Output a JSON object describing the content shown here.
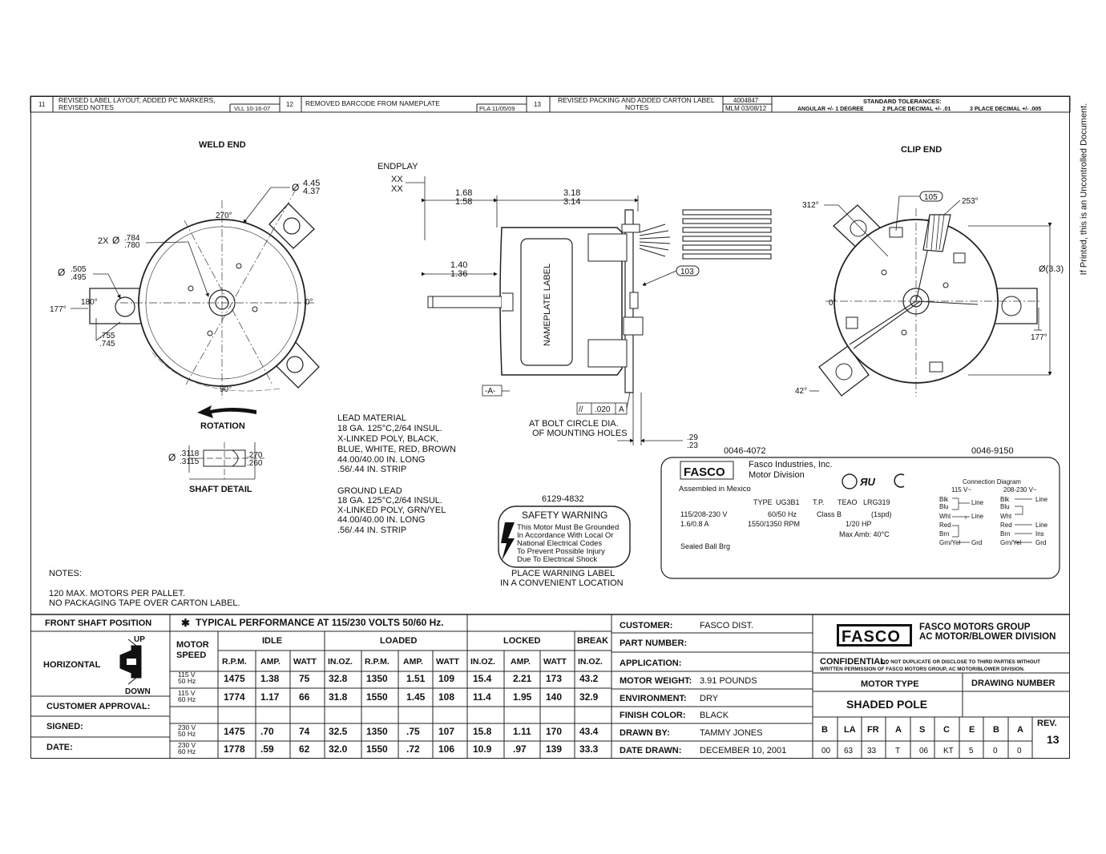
{
  "revisions": [
    {
      "num": "11",
      "text": "REVISED LABEL LAYOUT, ADDED PC MARKERS, REVISED NOTES",
      "by": "VLL 10-16-07"
    },
    {
      "num": "12",
      "text": "REMOVED BARCODE FROM NAMEPLATE",
      "by": "PLA 11/05/09"
    },
    {
      "num": "13",
      "text": "REVISED PACKING AND ADDED CARTON LABEL NOTES",
      "by_top": "4004847",
      "by": "MLM 03/08/12"
    }
  ],
  "tolerances": {
    "title": "STANDARD TOLERANCES:",
    "angular": "ANGULAR +/- 1 DEGREE",
    "two_place": "2 PLACE DECIMAL +/- .01",
    "three_place": "3 PLACE DECIMAL +/- .005"
  },
  "side_note": "If Printed, this is an Uncontrolled Document.",
  "weld_end": {
    "title": "WELD END",
    "d1a": "4.45",
    "d1b": "4.37",
    "hole": "2X",
    "d2a": ".784",
    "d2b": ".780",
    "d3a": ".505",
    "d3b": ".495",
    "d4a": ".755",
    "d4b": ".745",
    "ang270": "270°",
    "ang0": "0°",
    "ang90": "90°",
    "ang180": "180°",
    "ang177": "177°",
    "rotation": "ROTATION"
  },
  "shaft_detail": {
    "title": "SHAFT DETAIL",
    "da": ".3118",
    "db": ".3115",
    "fa": ".270",
    "fb": ".260"
  },
  "side_view": {
    "endplay": "ENDPLAY",
    "xx1": "XX",
    "xx2": "XX",
    "d168": "1.68",
    "d158": "1.58",
    "d318": "3.18",
    "d314": "3.14",
    "d140": "1.40",
    "d136": "1.36",
    "nameplate": "NAMEPLATE LABEL",
    "ref103": "103",
    "datum": "-A-",
    "fcf_sym": "//",
    "fcf_val": ".020",
    "fcf_ref": "A",
    "bolt1": "AT BOLT CIRCLE DIA.",
    "bolt2": "OF MOUNTING HOLES",
    "d29": ".29",
    "d23": ".23"
  },
  "clip_end": {
    "title": "CLIP END",
    "ref105": "105",
    "a253": "253°",
    "a312": "312°",
    "dia": "Ø(3.3)",
    "a0": "0°",
    "a177": "177°",
    "a42": "42°"
  },
  "lead_material": [
    "LEAD MATERIAL",
    "18 GA. 125°C,2/64 INSUL.",
    "X-LINKED POLY, BLACK,",
    "BLUE, WHITE, RED, BROWN",
    "44.00/40.00 IN. LONG",
    ".56/.44 IN. STRIP"
  ],
  "ground_lead": [
    "GROUND LEAD",
    "18 GA. 125°C,2/64 INSUL.",
    "X-LINKED POLY, GRN/YEL",
    "44.00/40.00 IN. LONG",
    ".56/.44 IN. STRIP"
  ],
  "warning": {
    "part": "6129-4832",
    "title": "SAFETY WARNING",
    "lines": [
      "This Motor Must Be Grounded",
      "In Accordance With Local Or",
      "National Electrical Codes",
      "To Prevent Possible Injury",
      "Due To Electrical Shock"
    ],
    "place1": "PLACE WARNING LABEL",
    "place2": "IN A CONVENIENT LOCATION"
  },
  "nameplate_label": {
    "left_code": "0046-4072",
    "right_code": "0046-9150",
    "logo": "FASCO",
    "company1": "Fasco Industries, Inc.",
    "company2": "Motor Division",
    "assembled": "Assembled in Mexico",
    "type_label": "TYPE",
    "type_val": "UG3B1",
    "tp": "T.P.",
    "teao": "TEAO",
    "lrg": "LRG319",
    "volts": "115/208-230 V",
    "hz": "60/50 Hz",
    "classb": "Class B",
    "spd": "(1spd)",
    "amps": "1.6/0.8 A",
    "rpm": "1550/1350 RPM",
    "hp": "1/20 HP",
    "maxamb": "Max Amb: 40°C",
    "bearing": "Sealed Ball Brg",
    "conn_title": "Connection Diagram",
    "v115": "115 V~",
    "v208": "208-230 V~",
    "left_wires": [
      "Blk",
      "Blu",
      "Wht",
      "Red",
      "Brn",
      "Grn/Yel"
    ],
    "right_wires": [
      "Blk",
      "Blu",
      "Wht",
      "Red",
      "Brn",
      "Grn/Yel"
    ],
    "line": "Line",
    "ins": "Ins",
    "grd": "Grd"
  },
  "notes": {
    "title": "NOTES:",
    "lines": [
      "120 MAX. MOTORS PER PALLET.",
      "NO PACKAGING TAPE OVER CARTON LABEL."
    ]
  },
  "perf": {
    "front_shaft": "FRONT SHAFT POSITION",
    "title": "TYPICAL PERFORMANCE AT 115/230 VOLTS 50/60 Hz.",
    "star": "✱",
    "horizontal": "HORIZONTAL",
    "up": "UP",
    "down": "DOWN",
    "customer_approval": "CUSTOMER APPROVAL:",
    "signed": "SIGNED:",
    "date": "DATE:",
    "motor_speed1": "MOTOR",
    "motor_speed2": "SPEED",
    "groups": [
      "IDLE",
      "LOADED",
      "LOCKED",
      "BREAK"
    ],
    "columns": [
      "R.P.M.",
      "AMP.",
      "WATT",
      "IN.OZ.",
      "R.P.M.",
      "AMP.",
      "WATT",
      "IN.OZ.",
      "AMP.",
      "WATT",
      "IN.OZ."
    ],
    "rows": [
      {
        "v": "115 V",
        "f": "50 Hz",
        "vals": [
          "1475",
          "1.38",
          "75",
          "32.8",
          "1350",
          "1.51",
          "109",
          "15.4",
          "2.21",
          "173",
          "43.2"
        ]
      },
      {
        "v": "115 V",
        "f": "60 Hz",
        "vals": [
          "1774",
          "1.17",
          "66",
          "31.8",
          "1550",
          "1.45",
          "108",
          "11.4",
          "1.95",
          "140",
          "32.9"
        ]
      },
      {
        "v": "",
        "f": "",
        "vals": [
          "",
          "",
          "",
          "",
          "",
          "",
          "",
          "",
          "",
          "",
          ""
        ]
      },
      {
        "v": "230 V",
        "f": "50 Hz",
        "vals": [
          "1475",
          ".70",
          "74",
          "32.5",
          "1350",
          ".75",
          "107",
          "15.8",
          "1.11",
          "170",
          "43.4"
        ]
      },
      {
        "v": "230 V",
        "f": "60 Hz",
        "vals": [
          "1778",
          ".59",
          "62",
          "32.0",
          "1550",
          ".72",
          "106",
          "10.9",
          ".97",
          "139",
          "33.3"
        ]
      }
    ]
  },
  "info": [
    {
      "label": "CUSTOMER:",
      "value": "FASCO DIST."
    },
    {
      "label": "PART NUMBER:",
      "value": ""
    },
    {
      "label": "APPLICATION:",
      "value": ""
    },
    {
      "label": "MOTOR WEIGHT:",
      "value": "3.91  POUNDS"
    },
    {
      "label": "ENVIRONMENT:",
      "value": "DRY"
    },
    {
      "label": "FINISH COLOR:",
      "value": "BLACK"
    },
    {
      "label": "DRAWN BY:",
      "value": "TAMMY JONES"
    },
    {
      "label": "DATE DRAWN:",
      "value": "DECEMBER 10, 2001"
    }
  ],
  "title_block": {
    "logo": "FASCO",
    "group1": "FASCO MOTORS GROUP",
    "group2": "AC MOTOR/BLOWER DIVISION",
    "conf_label": "CONFIDENTIAL:",
    "conf_text1": "DO NOT DUPLICATE OR DISCLOSE TO THIRD PARTIES WITHOUT",
    "conf_text2": "WRITTEN PERMISSION OF FASCO MOTORS GROUP, AC MOTOR/BLOWER DIVISION.",
    "motor_type_label": "MOTOR TYPE",
    "drawing_number_label": "DRAWING NUMBER",
    "motor_type": "SHADED POLE",
    "code_heads": [
      "B",
      "LA",
      "FR",
      "A",
      "S",
      "C",
      "E",
      "B",
      "A"
    ],
    "code_vals": [
      "00",
      "63",
      "33",
      "T",
      "06",
      "KT",
      "5",
      "0",
      "0"
    ],
    "rev_label": "REV.",
    "rev": "13"
  }
}
